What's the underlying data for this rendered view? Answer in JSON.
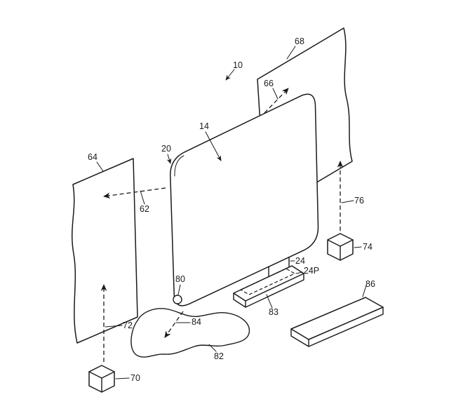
{
  "figure": {
    "background": "#ffffff",
    "line_color": "#1a1a1a",
    "labels": {
      "10": "10",
      "14": "14",
      "20": "20",
      "24": "24",
      "24P": "24P",
      "62": "62",
      "64": "64",
      "66": "66",
      "68": "68",
      "70": "70",
      "72": "72",
      "74": "74",
      "76": "76",
      "80": "80",
      "82": "82",
      "83": "83",
      "84": "84",
      "86": "86"
    }
  }
}
